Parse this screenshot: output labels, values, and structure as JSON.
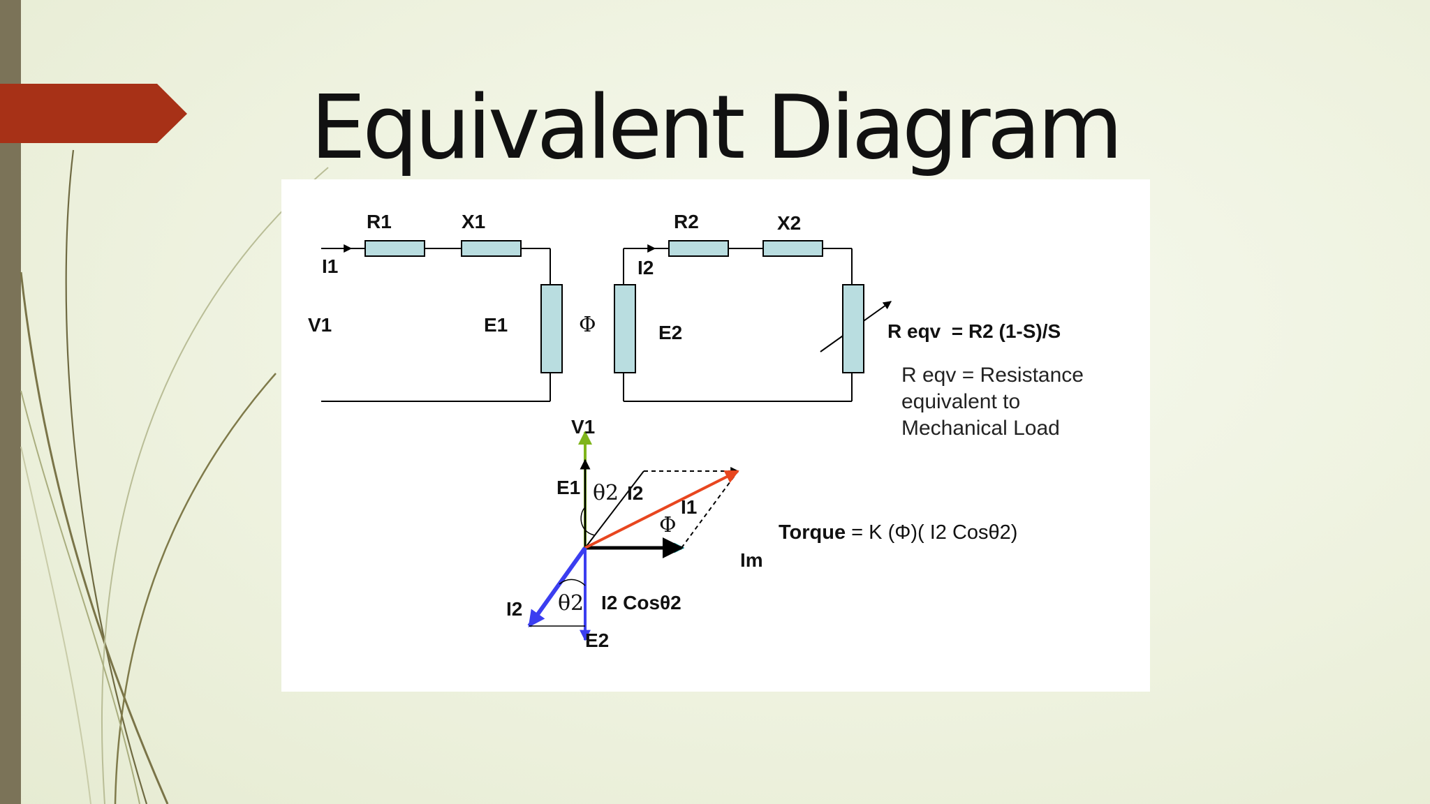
{
  "slide": {
    "title": "Equivalent Diagram"
  },
  "circuit": {
    "labels": {
      "r1": "R1",
      "x1": "X1",
      "i1": "I1",
      "v1": "V1",
      "e1": "E1",
      "phi": "Φ",
      "r2": "R2",
      "x2": "X2",
      "i2": "I2",
      "e2": "E2"
    },
    "req_formula": "R eqv  = R2 (1-S)/S",
    "req_note": [
      "R eqv = Resistance",
      "equivalent to",
      "Mechanical Load"
    ]
  },
  "phasor": {
    "labels": {
      "v1": "V1",
      "e1": "E1",
      "theta2_top": "θ2",
      "i2_top": "I2",
      "i1": "I1",
      "phi": "Φ",
      "im": "Im",
      "i2_bottom": "I2",
      "theta2_bottom": "θ2",
      "i2cos": "I2 Cosθ2",
      "e2": "E2"
    },
    "torque_prefix": "Torque",
    "torque_rest": " = K (Φ)( I2 Cosθ2)",
    "colors": {
      "v1": "#7fb51b",
      "i1": "#e8461f",
      "i2": "#3b3ef0",
      "im": "#1a9ea0",
      "phi": "#000000"
    }
  },
  "theme": {
    "accent_tab": "#a73117",
    "left_bar": "#7b7358",
    "resistor_fill": "#b9dde0"
  }
}
